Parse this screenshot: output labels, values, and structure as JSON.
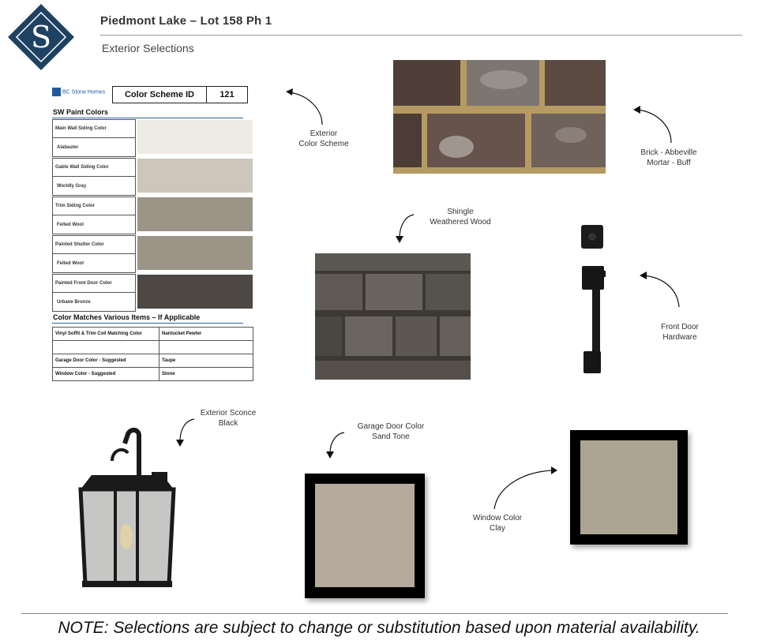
{
  "header": {
    "title": "Piedmont Lake – Lot 158 Ph 1",
    "subtitle": "Exterior Selections",
    "logo_letter": "S"
  },
  "scheme_card": {
    "brand": "BC Stone Homes",
    "id_label": "Color Scheme ID",
    "id_value": "121",
    "paint_heading": "SW Paint Colors",
    "paint_rows": [
      {
        "label": "Main Wall Siding Color",
        "value": "Alabaster",
        "color": "#edebe3"
      },
      {
        "label": "Gable Wall Siding Color",
        "value": "Worldly Gray",
        "color": "#cec6ba"
      },
      {
        "label": "Trim Siding Color",
        "value": "Felted Wool",
        "color": "#9d9488"
      },
      {
        "label": "Painted Shutter Color",
        "value": "Felted Wool",
        "color": "#9d9488"
      },
      {
        "label": "Painted Front Door Color",
        "value": "Urbane Bronze",
        "color": "#4d4843"
      }
    ],
    "matches_heading": "Color Matches Various Items – If Applicable",
    "matches_rows": [
      {
        "label": "Vinyl Soffit & Trim Coil Matching Color",
        "value": "Nantucket Pewter"
      },
      {
        "label": "",
        "value": ""
      },
      {
        "label": "Garage Door Color - Suggested",
        "value": "Taupe"
      },
      {
        "label": "Window Color - Suggested",
        "value": "Stone"
      }
    ]
  },
  "labels": {
    "exterior_scheme": {
      "line1": "Exterior",
      "line2": "Color Scheme"
    },
    "brick": {
      "line1": "Brick - Abbeville",
      "line2": "Mortar -  Buff"
    },
    "shingle": {
      "line1": "Shingle",
      "line2": "Weathered Wood"
    },
    "door_hardware": {
      "line1": "Front Door",
      "line2": "Hardware"
    },
    "sconce": {
      "line1": "Exterior Sconce",
      "line2": "Black"
    },
    "garage": {
      "line1": "Garage Door Color",
      "line2": "Sand Tone"
    },
    "window": {
      "line1": "Window Color",
      "line2": "Clay"
    }
  },
  "swatches": {
    "garage_color": "#b5aa9b",
    "window_color": "#aca593"
  },
  "note": "NOTE: Selections are subject to change or substitution based upon material availability."
}
